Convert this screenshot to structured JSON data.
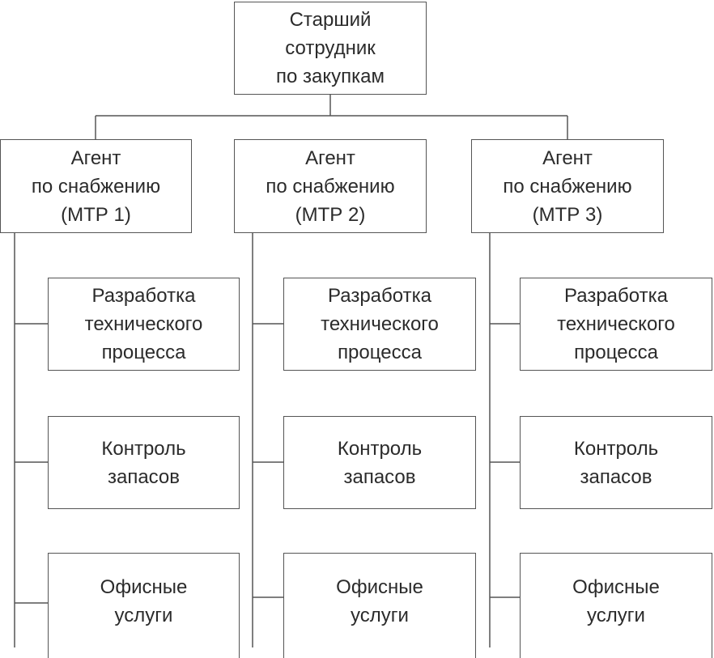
{
  "head": {
    "lines": [
      "Старший",
      "сотрудник",
      "по закупкам"
    ]
  },
  "agents": [
    {
      "lines": [
        "Агент",
        "по снабжению",
        "(МТР 1)"
      ]
    },
    {
      "lines": [
        "Агент",
        "по снабжению",
        "(МТР 2)"
      ]
    },
    {
      "lines": [
        "Агент",
        "по снабжению",
        "(МТР 3)"
      ]
    }
  ],
  "functions": [
    {
      "lines": [
        "Разработка",
        "технического",
        "процесса"
      ]
    },
    {
      "lines": [
        "Контроль",
        "запасов"
      ]
    },
    {
      "lines": [
        "Офисные",
        "услуги"
      ]
    }
  ],
  "colors": {
    "line": "#555555",
    "text": "#2b2b2b"
  }
}
